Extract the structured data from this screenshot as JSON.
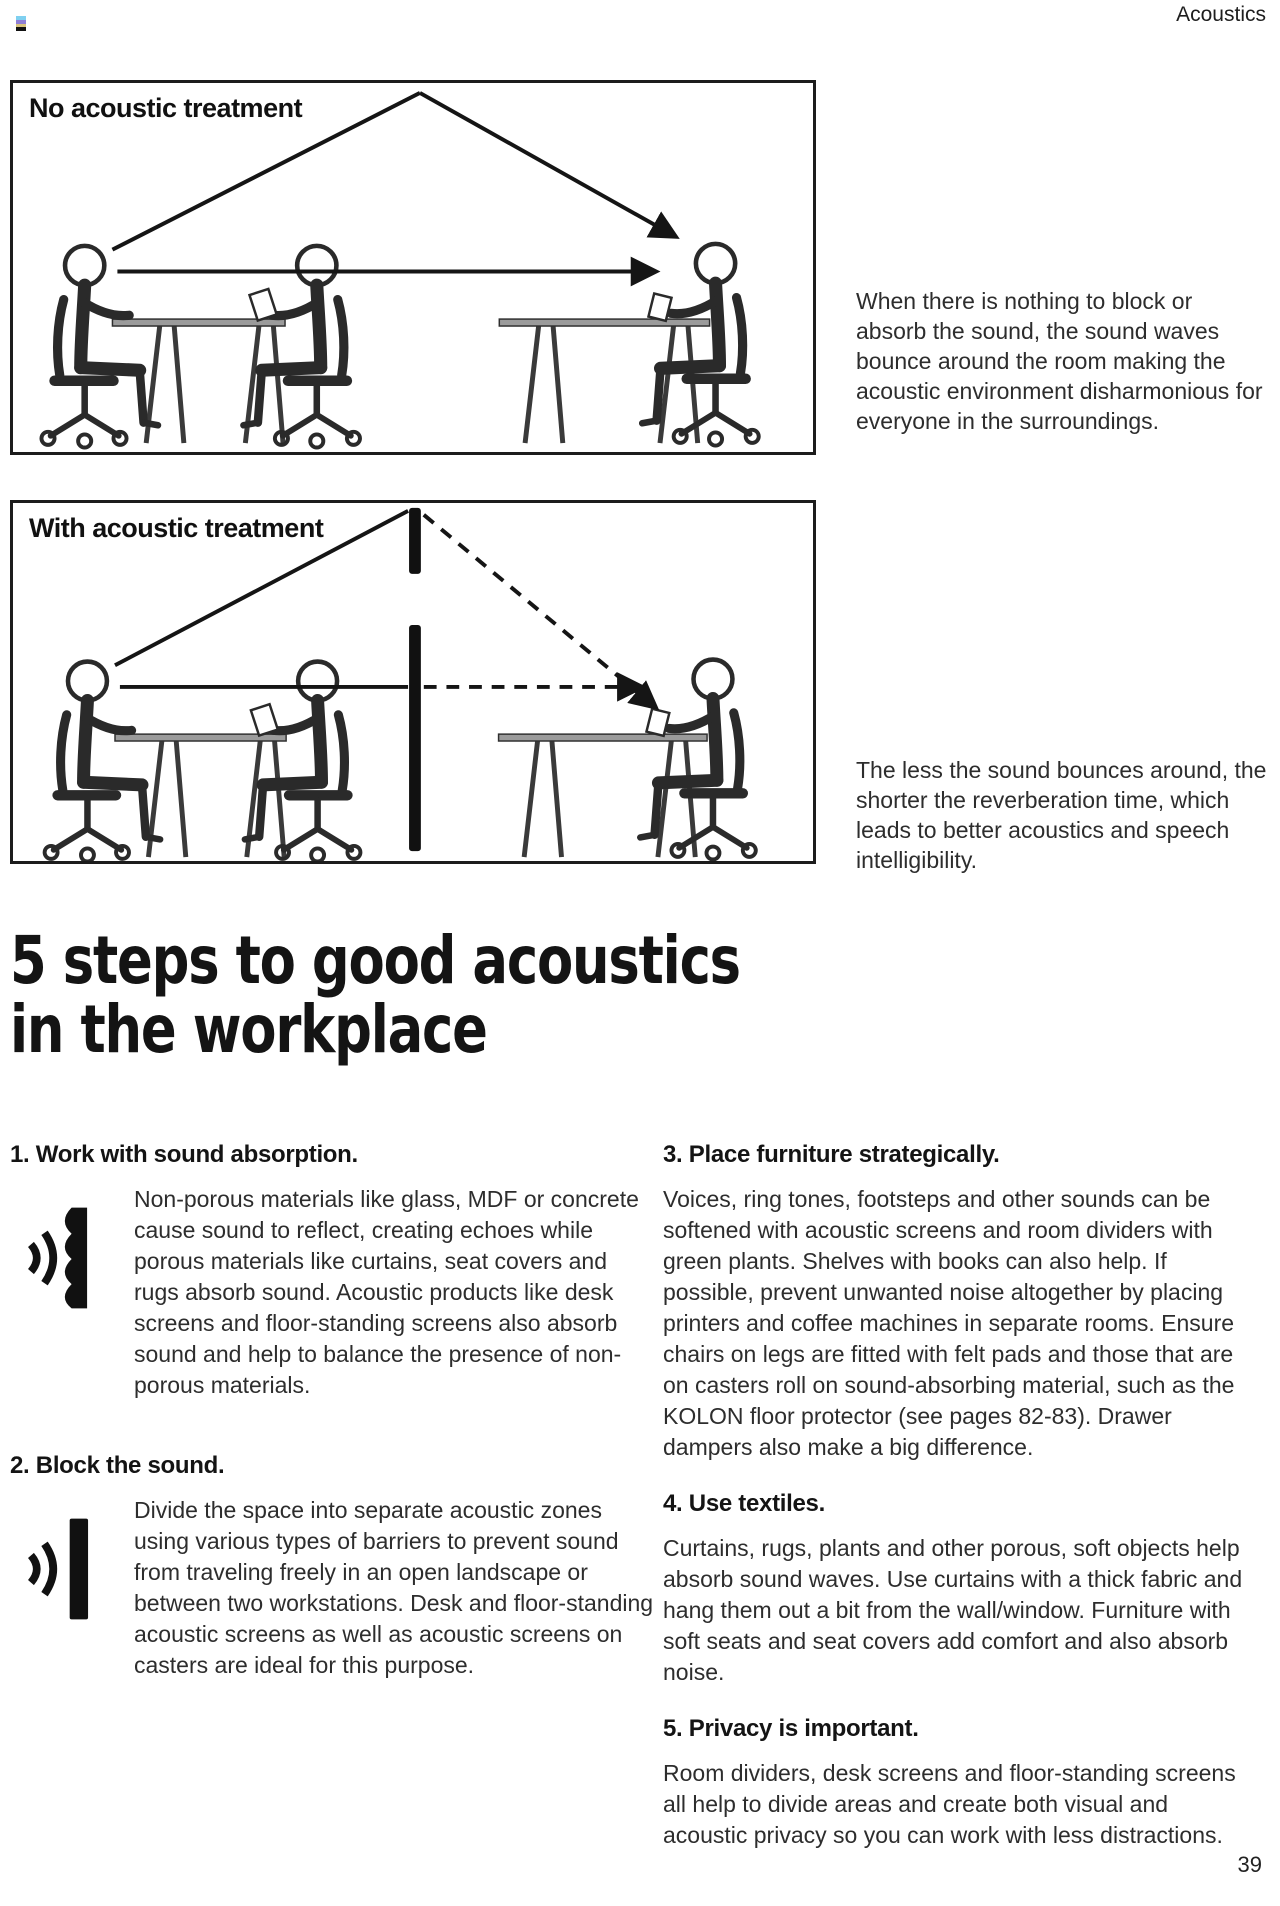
{
  "header": {
    "label": "Acoustics"
  },
  "topbar": {
    "logo_colors": [
      "#7fd0f0",
      "#8f7fd6",
      "#d9c47e",
      "#111111"
    ]
  },
  "diagram1": {
    "label": "No acoustic treatment",
    "caption": "When there is nothing to block or absorb the sound, the sound waves bounce around the room making the acoustic environment disharmonious for everyone in the surroundings."
  },
  "diagram2": {
    "label": "With acoustic treatment",
    "caption": "The less the sound bounces around, the shorter the reverberation time, which leads to better acoustics and speech intelligibility."
  },
  "headline": {
    "line1": "5 steps to good acoustics",
    "line2": "in the workplace"
  },
  "steps": [
    {
      "title": "1. Work with sound absorption.",
      "icon": "sound-absorb-icon",
      "body": "Non-porous materials like glass, MDF or concrete cause sound to reflect, creating echoes while porous materials like curtains, seat covers and rugs absorb sound. Acoustic products like desk screens and floor-standing screens also absorb sound and help to balance the presence of non-porous materials."
    },
    {
      "title": "2. Block the sound.",
      "icon": "sound-block-icon",
      "body": "Divide the space into separate acoustic zones using various types of barriers to prevent sound from traveling freely in an open landscape or between two workstations. Desk and floor-standing acoustic screens as well as acoustic screens on casters are ideal for this purpose."
    },
    {
      "title": "3. Place furniture strategically.",
      "body": "Voices, ring tones, footsteps and other sounds can be softened with acoustic screens and room dividers with green plants. Shelves with books can also help. If possible, prevent unwanted noise altogether by placing printers and coffee machines in separate rooms. Ensure chairs on legs are fitted with felt pads and those that are on casters roll on sound-absorbing material, such as the KOLON floor protector (see pages 82-83). Drawer dampers also make a big difference."
    },
    {
      "title": "4. Use textiles.",
      "body": "Curtains, rugs, plants and other porous, soft objects help absorb sound waves. Use curtains with a thick fabric and hang them out a bit from the wall/window. Furniture with soft seats and seat covers add comfort and also absorb noise."
    },
    {
      "title": "5. Privacy is important.",
      "body": "Room dividers, desk screens and floor-standing screens all help to divide areas and create both visual and acoustic privacy so you can work with less distractions."
    }
  ],
  "footer": {
    "page_number": "39"
  }
}
